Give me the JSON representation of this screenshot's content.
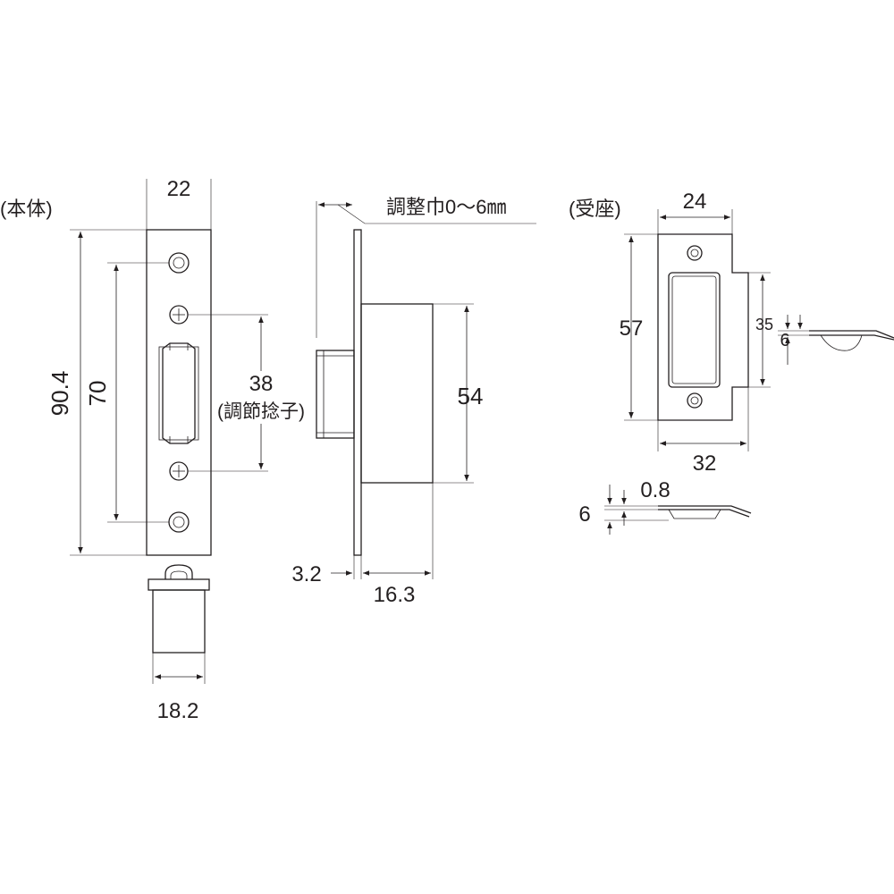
{
  "views": {
    "main_body": {
      "title": "(本体)",
      "dims": {
        "width": "22",
        "height_total": "90.4",
        "height_holes": "70",
        "pitch": "38",
        "pitch_note": "(調節捻子)",
        "latch_width": "18.2"
      }
    },
    "side": {
      "adjust_label": "調整巾0～6㎜",
      "dims": {
        "height": "54",
        "plate_thickness": "3.2",
        "case_depth": "16.3"
      }
    },
    "strike": {
      "title": "(受座)",
      "dims": {
        "top_width": "24",
        "height": "57",
        "bottom_width": "32",
        "lip_height": "35",
        "lip_depth": "6",
        "side_height": "6",
        "thickness": "0.8"
      }
    }
  }
}
